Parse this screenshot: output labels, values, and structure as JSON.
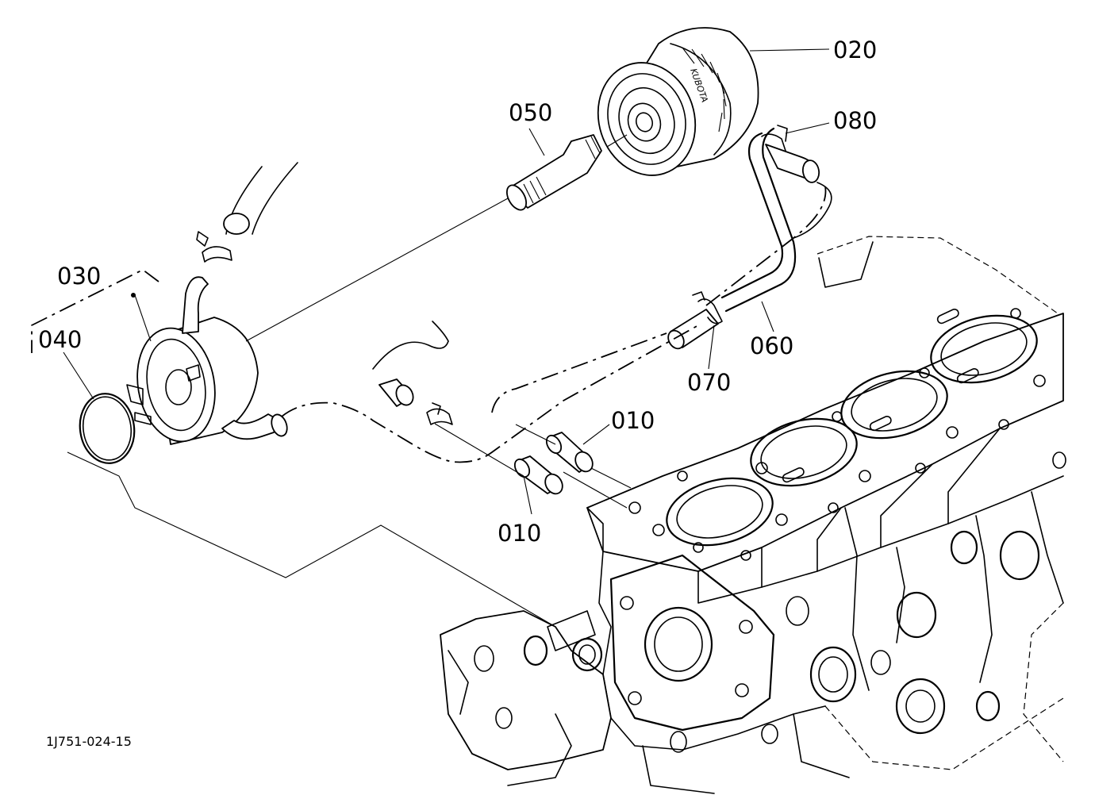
{
  "diagram": {
    "figure_id": "1J751-024-15",
    "callouts": [
      {
        "key": "p020",
        "label": "020"
      },
      {
        "key": "p080",
        "label": "080"
      },
      {
        "key": "p050",
        "label": "050"
      },
      {
        "key": "p030",
        "label": "030"
      },
      {
        "key": "p040",
        "label": "040"
      },
      {
        "key": "p060",
        "label": "060"
      },
      {
        "key": "p070",
        "label": "070"
      },
      {
        "key": "p010a",
        "label": "010"
      },
      {
        "key": "p010b",
        "label": "010"
      }
    ],
    "filter_brand": "KUBOTA"
  }
}
